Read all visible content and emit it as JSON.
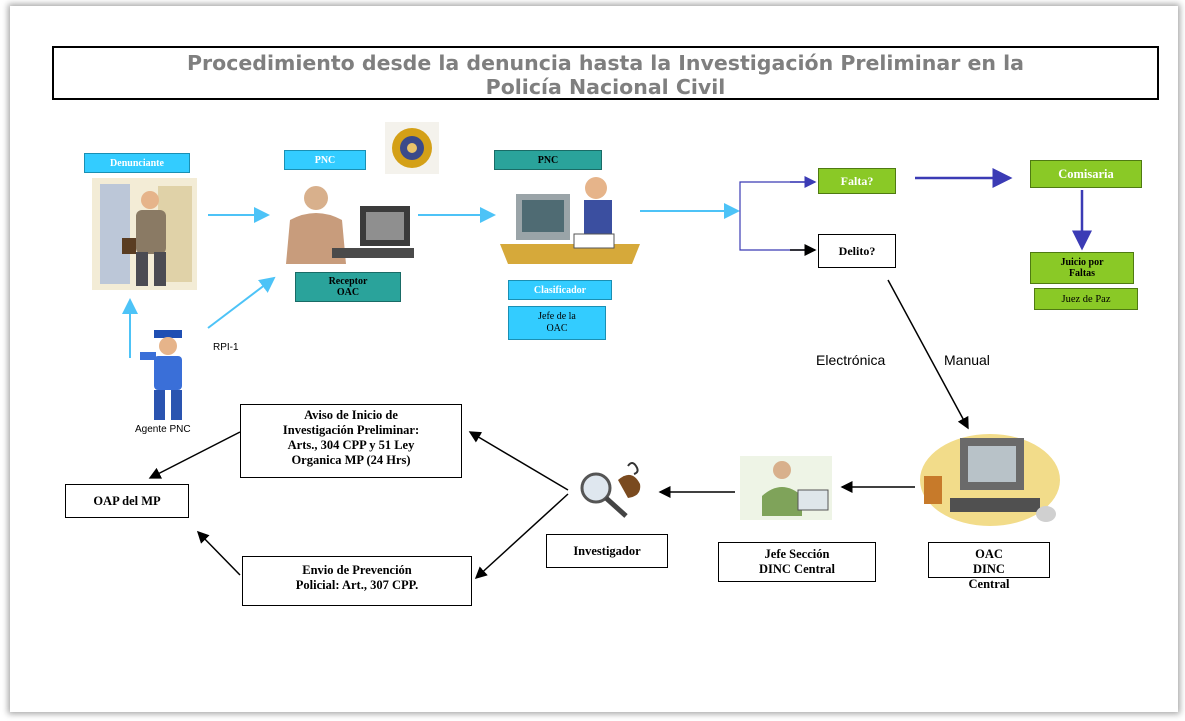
{
  "title": {
    "line1": "Procedimiento desde la denuncia hasta la Investigación Preliminar en la",
    "line2": "Policía Nacional Civil"
  },
  "nodes": {
    "denunciante": "Denunciante",
    "pnc1": "PNC",
    "pnc2": "PNC",
    "receptor_line1": "Receptor",
    "receptor_line2": "OAC",
    "clasificador": "Clasificador",
    "jefe_oac_line1": "Jefe de la",
    "jefe_oac_line2": "OAC",
    "falta": "Falta?",
    "delito": "Delito?",
    "comisaria": "Comisaria",
    "juicio_line1": "Juicio por",
    "juicio_line2": "Faltas",
    "juez": "Juez de Paz",
    "rpi": "RPI-1",
    "agente": "Agente PNC",
    "electronica": "Electrónica",
    "manual": "Manual",
    "aviso": [
      "Aviso de Inicio de",
      "Investigación Preliminar:",
      "Arts., 304 CPP y  51 Ley",
      "Organica MP  (24 Hrs)"
    ],
    "oap": "OAP del MP",
    "envio": [
      "Envio de Prevención",
      "Policial: Art., 307 CPP."
    ],
    "investigador": "Investigador",
    "jefe_seccion": [
      "Jefe Sección",
      "DINC Central"
    ],
    "oac_dinc": [
      "OAC",
      "DINC",
      "Central"
    ]
  },
  "colors": {
    "cyan": "#33ccff",
    "teal": "#2aa39b",
    "green": "#8ac926",
    "arrow_light": "#4dc3f7",
    "arrow_dark": "#3b3bb5"
  }
}
